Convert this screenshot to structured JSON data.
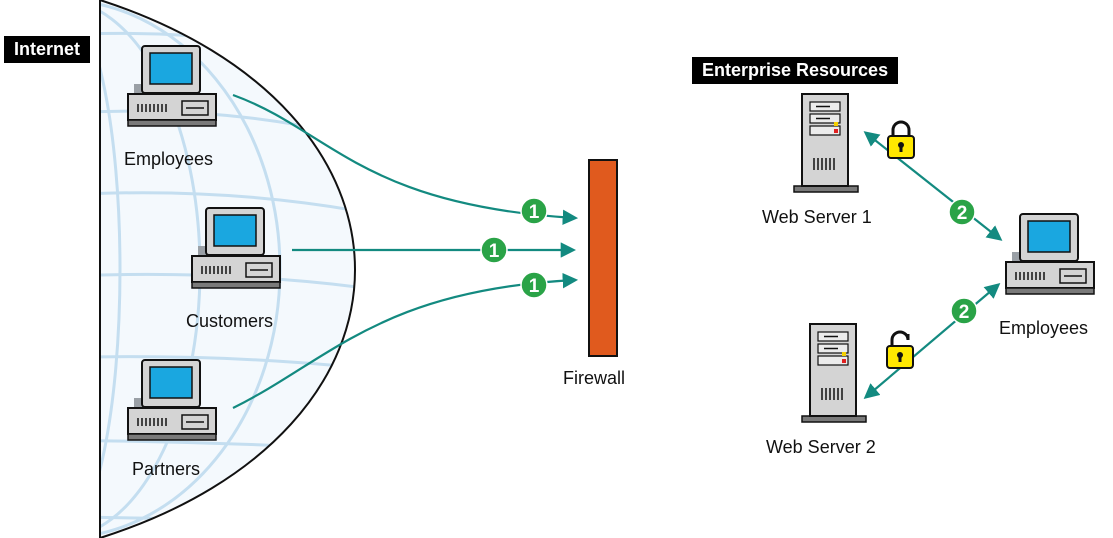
{
  "internet_label": "Internet",
  "enterprise_label": "Enterprise Resources",
  "internet_clients": [
    {
      "label": "Employees"
    },
    {
      "label": "Customers"
    },
    {
      "label": "Partners"
    }
  ],
  "firewall": {
    "label": "Firewall",
    "color": "#e05a1e"
  },
  "servers": [
    {
      "label": "Web Server 1",
      "lock": "lock-closed-icon"
    },
    {
      "label": "Web Server 2",
      "lock": "lock-open-icon"
    }
  ],
  "enterprise_client": {
    "label": "Employees"
  },
  "step_badges": {
    "external_access": "1",
    "internal_access": "2"
  },
  "colors": {
    "connector": "#138a80",
    "badge": "#2aa347",
    "screen": "#1aa7e0",
    "lock": "#ffe800",
    "globe_grid": "#c4def0"
  }
}
